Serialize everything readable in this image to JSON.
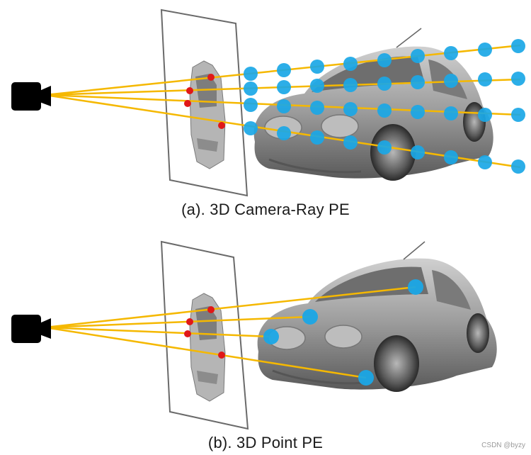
{
  "panels": [
    {
      "id": "a",
      "caption": "(a). 3D Camera-Ray PE"
    },
    {
      "id": "b",
      "caption": "(b). 3D Point PE"
    }
  ],
  "colors": {
    "ray": "#f5b800",
    "point": "#1aa7e6",
    "hit": "#e01818",
    "camera": "#000000"
  },
  "watermark": "CSDN @byzy"
}
